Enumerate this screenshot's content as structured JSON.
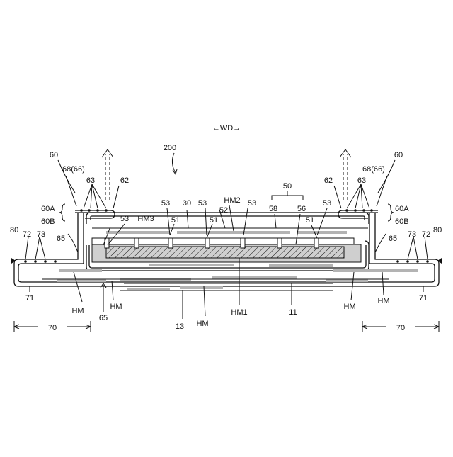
{
  "labels": {
    "wd": "←WD→",
    "l200": "200",
    "l60_left": "60",
    "l60_right": "60",
    "l68_left": "68(66)",
    "l68_right": "68(66)",
    "l63_left": "63",
    "l63_right": "63",
    "l62_left": "62",
    "l62_right": "62",
    "l60A_left": "60A",
    "l60B_left": "60B",
    "l60A_right": "60A",
    "l60B_right": "60B",
    "l80_left": "80",
    "l80_right": "80",
    "l72_left": "72",
    "l72_right": "72",
    "l73_left": "73",
    "l73_right": "73",
    "l71_left": "71",
    "l71_right": "71",
    "l65_left": "65",
    "l65_right": "65",
    "l65_bottom": "65",
    "l70_left": "70",
    "l70_right": "70",
    "l53_a": "53",
    "l53_b": "53",
    "l53_c": "53",
    "l53_d": "53",
    "l53_e": "53",
    "lHM3": "HM3",
    "l30": "30",
    "lHM2": "HM2",
    "l50": "50",
    "l52": "52",
    "l58": "58",
    "l56": "56",
    "l51_a": "51",
    "l51_b": "51",
    "l51_c": "51",
    "lHM_a": "HM",
    "lHM_b": "HM",
    "lHM_c": "HM",
    "lHM_d": "HM",
    "lHM_e": "HM",
    "lHM1": "HM1",
    "l11": "11",
    "l13": "13"
  }
}
